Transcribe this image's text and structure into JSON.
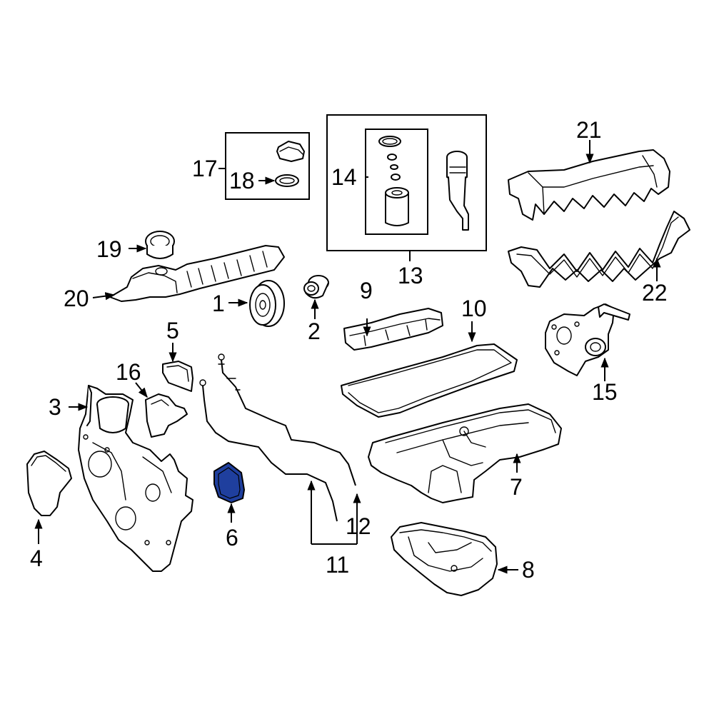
{
  "highlight_color": "#1f3f9e",
  "callouts": [
    {
      "id": "1",
      "label": "1"
    },
    {
      "id": "2",
      "label": "2"
    },
    {
      "id": "3",
      "label": "3"
    },
    {
      "id": "4",
      "label": "4"
    },
    {
      "id": "5",
      "label": "5"
    },
    {
      "id": "6",
      "label": "6",
      "highlighted": true
    },
    {
      "id": "7",
      "label": "7"
    },
    {
      "id": "8",
      "label": "8"
    },
    {
      "id": "9",
      "label": "9"
    },
    {
      "id": "10",
      "label": "10"
    },
    {
      "id": "11",
      "label": "11"
    },
    {
      "id": "12",
      "label": "12"
    },
    {
      "id": "13",
      "label": "13"
    },
    {
      "id": "14",
      "label": "14"
    },
    {
      "id": "15",
      "label": "15"
    },
    {
      "id": "16",
      "label": "16"
    },
    {
      "id": "17",
      "label": "17"
    },
    {
      "id": "18",
      "label": "18"
    },
    {
      "id": "19",
      "label": "19"
    },
    {
      "id": "20",
      "label": "20"
    },
    {
      "id": "21",
      "label": "21"
    },
    {
      "id": "22",
      "label": "22"
    }
  ]
}
